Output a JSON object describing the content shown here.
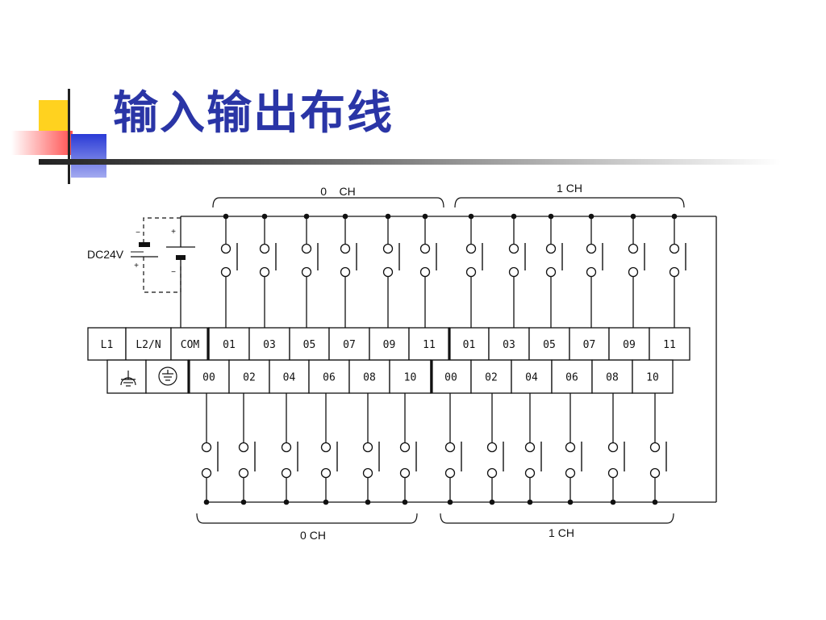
{
  "slide": {
    "title": "输入输出布线"
  },
  "colors": {
    "title": "#2a35a6",
    "deco_yellow": "#ffd21f",
    "deco_blue": "#2a3bd6",
    "deco_red": "#ff5050"
  },
  "diagram": {
    "power_label": "DC24V",
    "polarity": {
      "plus": "+",
      "minus": "−"
    },
    "input_groups": [
      {
        "label": "0    CH",
        "terminals": [
          "01",
          "03",
          "05",
          "07",
          "09",
          "11"
        ]
      },
      {
        "label": "1 CH",
        "terminals": [
          "01",
          "03",
          "05",
          "07",
          "09",
          "11"
        ]
      }
    ],
    "lower_groups": [
      {
        "label": "0 CH",
        "terminals": [
          "00",
          "02",
          "04",
          "06",
          "08",
          "10"
        ]
      },
      {
        "label": "1 CH",
        "terminals": [
          "00",
          "02",
          "04",
          "06",
          "08",
          "10"
        ]
      }
    ],
    "power_terminals": [
      "L1",
      "L2/N",
      "COM"
    ],
    "ground_icons": [
      "functional-ground-icon",
      "protective-earth-icon"
    ]
  }
}
